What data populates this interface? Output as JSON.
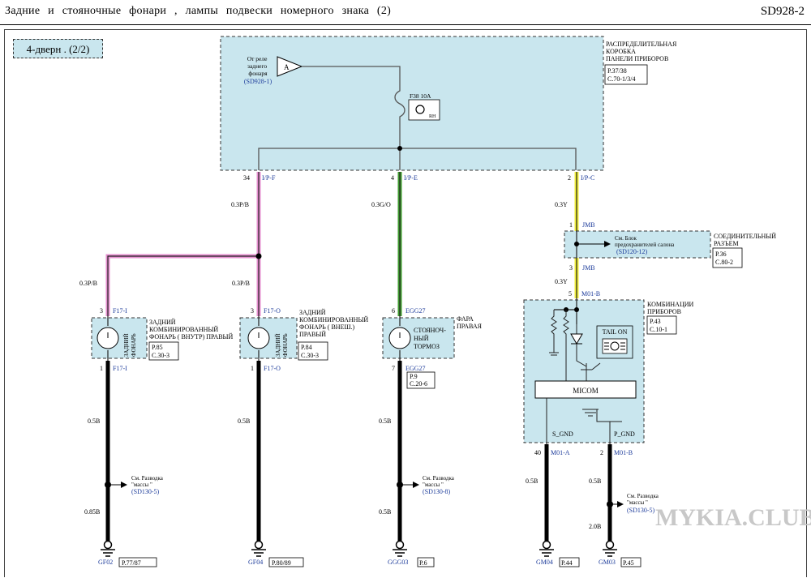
{
  "header": {
    "title": "Задние   и стояночные   фонари , лампы подвески  номерного  знака (2)",
    "code": "SD928-2"
  },
  "variant": "4-дверн . (2/2)",
  "watermark": "MYKIA.CLUB",
  "junction_box": {
    "name": [
      "РАСПРЕДЕЛИТЕЛЬНАЯ",
      "КОРОБКА",
      "ПАНЕЛИ ПРИБОРОВ"
    ],
    "ref": [
      "P.37/38",
      "C.70-1/3/4"
    ],
    "relay_label": [
      "От реле",
      "заднего",
      "фонаря"
    ],
    "relay_link": "(SD928-1)",
    "relay_marker": "A",
    "fuse": "F38 10A",
    "fuse_icon_label": "RH"
  },
  "circuits": {
    "c1": {
      "pin_top": "34",
      "conn_top": "I/P-F",
      "wire_top": "0.3P/B",
      "color_top": "#e58fcf"
    },
    "c2": {
      "pin_top": "4",
      "conn_top": "I/P-E",
      "wire_top": "0.3G/O",
      "color_top": "#3f9b2f"
    },
    "c3": {
      "pin_top": "2",
      "conn_top": "I/P-C",
      "wire_top": "0.3Y",
      "color_top": "#f0ee3a"
    }
  },
  "lamps": [
    {
      "id": "f17i",
      "pin_in": "3",
      "conn_in": "F17-I",
      "wire_in": "0.3P/B",
      "body": [
        "ЗАДНИЙ",
        "ФОНАРЬ"
      ],
      "name": [
        "ЗАДНИЙ",
        "КОМБИНИРОВАННЫЙ",
        "ФОНАРЬ ( ВНУТР) ПРАВЫЙ"
      ],
      "ref": [
        "P.85",
        "C.30-3"
      ],
      "pin_out": "1",
      "conn_out": "F17-I",
      "wire_out": "0.5B",
      "wire_out2": "0.85B",
      "ground": "GF02",
      "ground_ref": "P.77/87"
    },
    {
      "id": "f17o",
      "pin_in": "3",
      "conn_in": "F17-O",
      "wire_in": "0.3P/B",
      "body": [
        "ЗАДНИЙ",
        "ФОНАРЬ"
      ],
      "name": [
        "ЗАДНИЙ",
        "КОМБИНИРОВАННЫЙ",
        "ФОНАРЬ ( ВНЕШ.)",
        "ПРАВЫЙ"
      ],
      "ref": [
        "P.84",
        "C.30-3"
      ],
      "pin_out": "1",
      "conn_out": "F17-O",
      "wire_out": "0.5B",
      "ground": "GF04",
      "ground_ref": "P.80/89"
    },
    {
      "id": "egg27",
      "pin_in": "6",
      "conn_in": "EGG27",
      "body": [
        "СТОЯНОЧ-",
        "НЫЙ",
        "ТОРМОЗ"
      ],
      "name": [
        "ФАРА",
        "ПРАВАЯ"
      ],
      "ref": [
        "P.9",
        "C.20-6"
      ],
      "pin_out": "7",
      "conn_out": "EGG27",
      "wire_out": "0.5B",
      "wire_out2": "0.5B",
      "ground": "GGG03",
      "ground_ref": "P.6"
    }
  ],
  "ground_refs": [
    {
      "text": [
        "См. Разводка",
        "\"массы \""
      ],
      "link": "(SD130-5)"
    },
    {
      "text": [
        "См. Разводка",
        "\"массы \""
      ],
      "link": "(SD130-8)"
    },
    {
      "text": [
        "См. Разводка",
        "\"массы \""
      ],
      "link": "(SD130-5)"
    }
  ],
  "jmb": {
    "pin_top": "1",
    "conn": "JMB",
    "pin_bottom": "3",
    "wire_below": "0.3Y",
    "note": [
      "См. Блок",
      "предохранителей   салона"
    ],
    "note_link": "(SD120-12)",
    "name": [
      "СОЕДИНИТЕЛЬНЫЙ",
      "РАЗЪЕМ"
    ],
    "ref": [
      "P.36",
      "C.80-2"
    ]
  },
  "cluster": {
    "pin_in": "5",
    "conn_in": "M01-B",
    "name": [
      "КОМБИНАЦИИ",
      "ПРИБОРОВ"
    ],
    "ref": [
      "P.43",
      "C.10-1"
    ],
    "indicator": "TAIL ON",
    "micom": "MICOM",
    "s_gnd": "S_GND",
    "p_gnd": "P_GND",
    "pin_sgnd": "40",
    "conn_sgnd": "M01-A",
    "wire_sgnd": "0.5B",
    "ground_sgnd": "GM04",
    "ground_sgnd_ref": "P.44",
    "pin_pgnd": "2",
    "conn_pgnd": "M01-B",
    "wire_pgnd": "0.5B",
    "wire_pgnd2": "2.0B",
    "ground_pgnd": "GM03",
    "ground_pgnd_ref": "P.45"
  }
}
